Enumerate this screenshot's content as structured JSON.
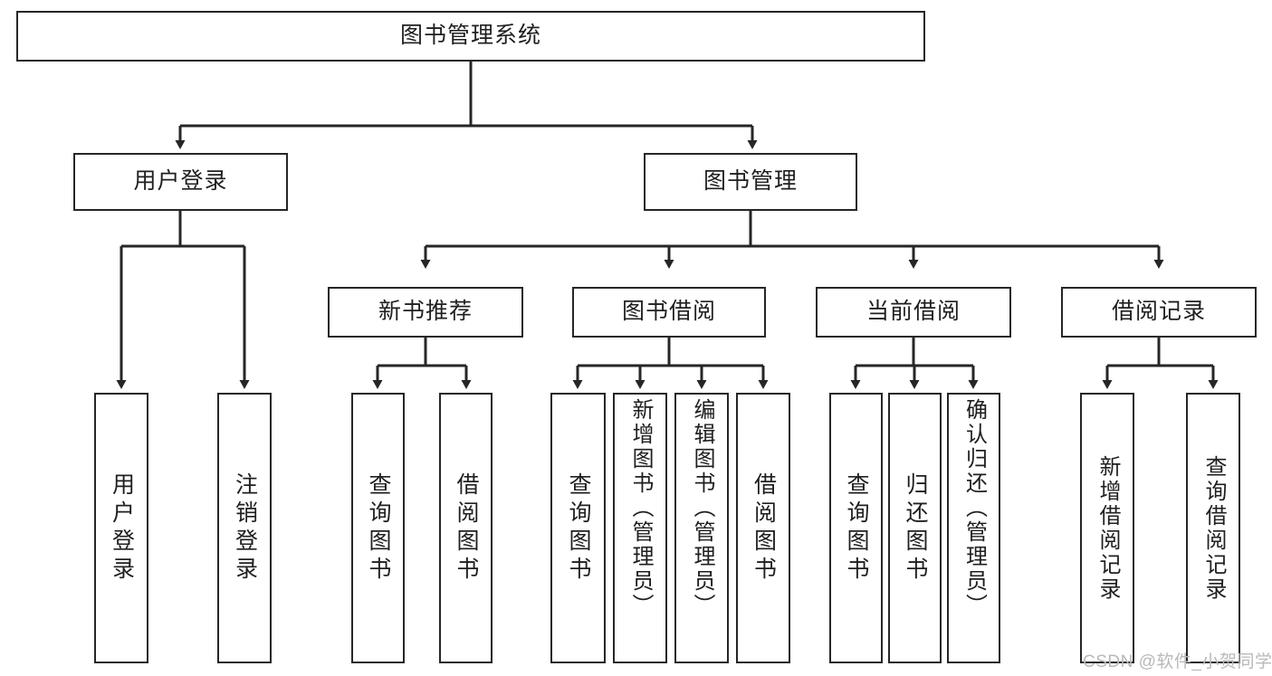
{
  "diagram": {
    "title": "图书管理系统",
    "type": "tree",
    "colors": {
      "stroke": "#262626",
      "text": "#1f1f1f",
      "background": "#ffffff",
      "watermark": "#b9b9b9"
    },
    "root": {
      "label": "图书管理系统"
    },
    "level2": [
      {
        "label": "用户登录"
      },
      {
        "label": "图书管理"
      }
    ],
    "level3": [
      {
        "label": "新书推荐"
      },
      {
        "label": "图书借阅"
      },
      {
        "label": "当前借阅"
      },
      {
        "label": "借阅记录"
      }
    ],
    "leaves": {
      "user_login": [
        {
          "label": "用户登录"
        },
        {
          "label": "注销登录"
        }
      ],
      "new_book": [
        {
          "label": "查询图书"
        },
        {
          "label": "借阅图书"
        }
      ],
      "book_borrow": [
        {
          "label": "查询图书"
        },
        {
          "label": "新增图书（管理员）"
        },
        {
          "label": "编辑图书（管理员）"
        },
        {
          "label": "借阅图书"
        }
      ],
      "current_borrow": [
        {
          "label": "查询图书"
        },
        {
          "label": "归还图书"
        },
        {
          "label": "确认归还（管理员）"
        }
      ],
      "borrow_record": [
        {
          "label": "新增借阅记录"
        },
        {
          "label": "查询借阅记录"
        }
      ]
    }
  },
  "watermark": {
    "text": "CSDN @软件_小贺同学"
  }
}
